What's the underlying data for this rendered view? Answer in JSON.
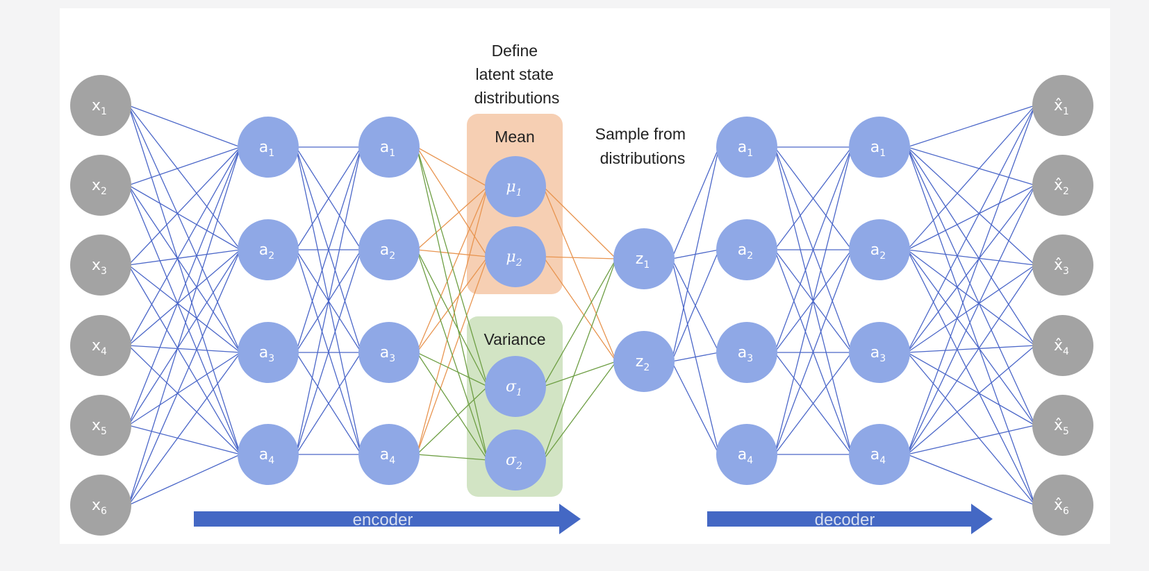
{
  "colors": {
    "background": "#f4f4f5",
    "panel": "#ffffff",
    "input_node": "#a3a3a3",
    "hidden_node": "#8fa8e6",
    "edge_blue": "#4a66c8",
    "edge_orange": "#e8944f",
    "edge_green": "#6d9e43",
    "mean_box": "#f6cfb3",
    "variance_box": "#d2e4c4",
    "arrow": "#4468c4"
  },
  "headings": {
    "define": [
      "Define",
      "latent state",
      "distributions"
    ],
    "sample": [
      "Sample from",
      "distributions"
    ],
    "mean": "Mean",
    "variance": "Variance"
  },
  "arrows": {
    "encoder": "encoder",
    "decoder": "decoder"
  },
  "layers": {
    "input": [
      {
        "base": "x",
        "sub": "1"
      },
      {
        "base": "x",
        "sub": "2"
      },
      {
        "base": "x",
        "sub": "3"
      },
      {
        "base": "x",
        "sub": "4"
      },
      {
        "base": "x",
        "sub": "5"
      },
      {
        "base": "x",
        "sub": "6"
      }
    ],
    "enc_hidden_1": [
      {
        "base": "a",
        "sub": "1"
      },
      {
        "base": "a",
        "sub": "2"
      },
      {
        "base": "a",
        "sub": "3"
      },
      {
        "base": "a",
        "sub": "4"
      }
    ],
    "enc_hidden_2": [
      {
        "base": "a",
        "sub": "1"
      },
      {
        "base": "a",
        "sub": "2"
      },
      {
        "base": "a",
        "sub": "3"
      },
      {
        "base": "a",
        "sub": "4"
      }
    ],
    "mean": [
      {
        "base": "μ",
        "sub": "1"
      },
      {
        "base": "μ",
        "sub": "2"
      }
    ],
    "variance": [
      {
        "base": "σ",
        "sub": "1"
      },
      {
        "base": "σ",
        "sub": "2"
      }
    ],
    "latent": [
      {
        "base": "z",
        "sub": "1"
      },
      {
        "base": "z",
        "sub": "2"
      }
    ],
    "dec_hidden_1": [
      {
        "base": "a",
        "sub": "1"
      },
      {
        "base": "a",
        "sub": "2"
      },
      {
        "base": "a",
        "sub": "3"
      },
      {
        "base": "a",
        "sub": "4"
      }
    ],
    "dec_hidden_2": [
      {
        "base": "a",
        "sub": "1"
      },
      {
        "base": "a",
        "sub": "2"
      },
      {
        "base": "a",
        "sub": "3"
      },
      {
        "base": "a",
        "sub": "4"
      }
    ],
    "output": [
      {
        "base": "x̂",
        "sub": "1"
      },
      {
        "base": "x̂",
        "sub": "2"
      },
      {
        "base": "x̂",
        "sub": "3"
      },
      {
        "base": "x̂",
        "sub": "4"
      },
      {
        "base": "x̂",
        "sub": "5"
      },
      {
        "base": "x̂",
        "sub": "6"
      }
    ]
  }
}
